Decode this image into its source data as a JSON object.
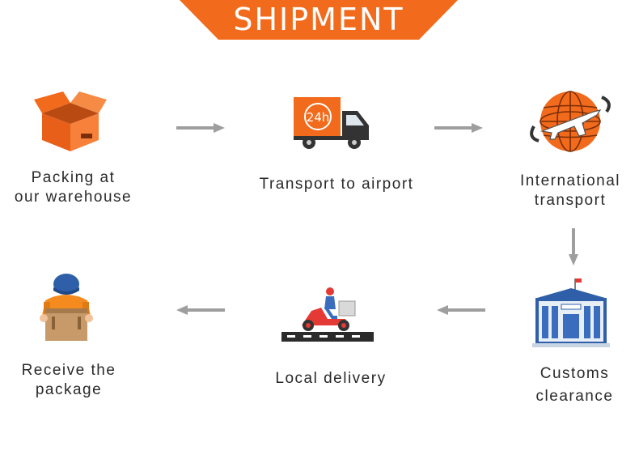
{
  "banner": {
    "title": "SHIPMENT"
  },
  "steps": [
    {
      "line1": "Packing at",
      "line2": "our warehouse",
      "icon": "box-icon"
    },
    {
      "line1": "Transport to airport",
      "line2": "",
      "icon": "truck-24h-icon",
      "badge": "24h"
    },
    {
      "line1": "International",
      "line2": "transport",
      "icon": "globe-airplane-icon"
    },
    {
      "line1": "Customs",
      "line2": "clearance",
      "icon": "customs-building-icon"
    },
    {
      "line1": "Local delivery",
      "line2": "",
      "icon": "scooter-delivery-icon"
    },
    {
      "line1": "Receive the",
      "line2": "package",
      "icon": "person-with-package-icon"
    }
  ],
  "colors": {
    "accent": "#f26a1b",
    "arrow": "#9e9e9e",
    "text": "#2a2a2a"
  }
}
